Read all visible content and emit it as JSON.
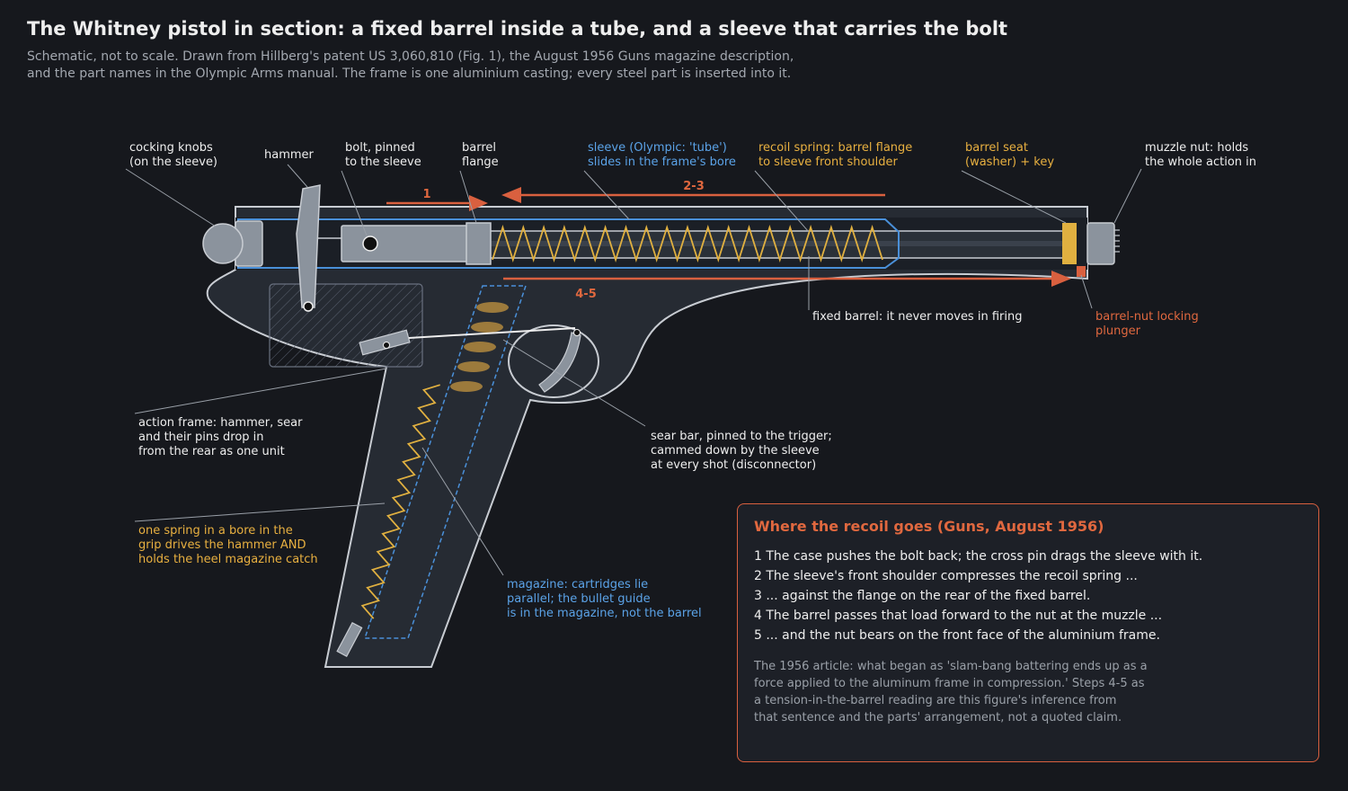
{
  "title": "The Whitney pistol in section: a fixed barrel inside a tube, and a sleeve that carries the bolt",
  "subtitle": [
    "Schematic, not to scale. Drawn from Hillberg's patent US 3,060,810 (Fig. 1), the August 1956 Guns magazine description,",
    "and the part names in the Olympic Arms manual. The frame is one aluminium casting; every steel part is inserted into it."
  ],
  "colors": {
    "background": "#16181d",
    "frame": "#262b33",
    "frame_outline": "#c8ccd2",
    "steel": "#8b939d",
    "sleeve": "#4a90d9",
    "spring": "#e0b040",
    "recoil_arrow": "#d9603f",
    "cartridge": "#9c7a3c",
    "label_default": "#eeeeee",
    "label_blue": "#5ba3e8",
    "label_amber": "#e8b040",
    "label_red": "#e0683f"
  },
  "labels": {
    "cocking_knobs": [
      "cocking knobs",
      "(on the sleeve)"
    ],
    "hammer": [
      "hammer"
    ],
    "bolt": [
      "bolt, pinned",
      "to the sleeve"
    ],
    "barrel_flange": [
      "barrel",
      "flange"
    ],
    "sleeve": [
      "sleeve (Olympic: 'tube')",
      "slides in the frame's bore"
    ],
    "recoil_spring": [
      "recoil spring: barrel flange",
      "to sleeve front shoulder"
    ],
    "barrel_seat": [
      "barrel seat",
      "(washer) + key"
    ],
    "muzzle_nut": [
      "muzzle nut: holds",
      "the whole action in"
    ],
    "fixed_barrel": [
      "fixed barrel: it never moves in firing"
    ],
    "locking_plunger": [
      "barrel-nut locking",
      "plunger"
    ],
    "action_frame": [
      "action frame: hammer, sear",
      "and their pins drop in",
      "from the rear as one unit"
    ],
    "sear_bar": [
      "sear bar, pinned to the trigger;",
      "cammed down by the sleeve",
      "at every shot (disconnector)"
    ],
    "grip_spring": [
      "one spring in a bore in the",
      "grip drives the hammer AND",
      "holds the heel magazine catch"
    ],
    "magazine": [
      "magazine: cartridges lie",
      "parallel; the bullet guide",
      "is in the magazine, not the barrel"
    ]
  },
  "arrows": {
    "step1": "1",
    "step23": "2-3",
    "step45": "4-5"
  },
  "note": {
    "title": "Where the recoil goes (Guns, August 1956)",
    "steps": [
      "1 The case pushes the bolt back; the cross pin drags the sleeve with it.",
      "2 The sleeve's front shoulder compresses the recoil spring ...",
      "3 ... against the flange on the rear of the fixed barrel.",
      "4 The barrel passes that load forward to the nut at the muzzle ...",
      "5 ... and the nut bears on the front face of the aluminium frame."
    ],
    "quote": [
      "The 1956 article: what began as 'slam-bang battering ends up as a",
      "force applied to the aluminum frame in compression.' Steps 4-5 as",
      "a tension-in-the-barrel reading are this figure's inference from",
      "that sentence and the parts' arrangement, not a quoted claim."
    ]
  }
}
